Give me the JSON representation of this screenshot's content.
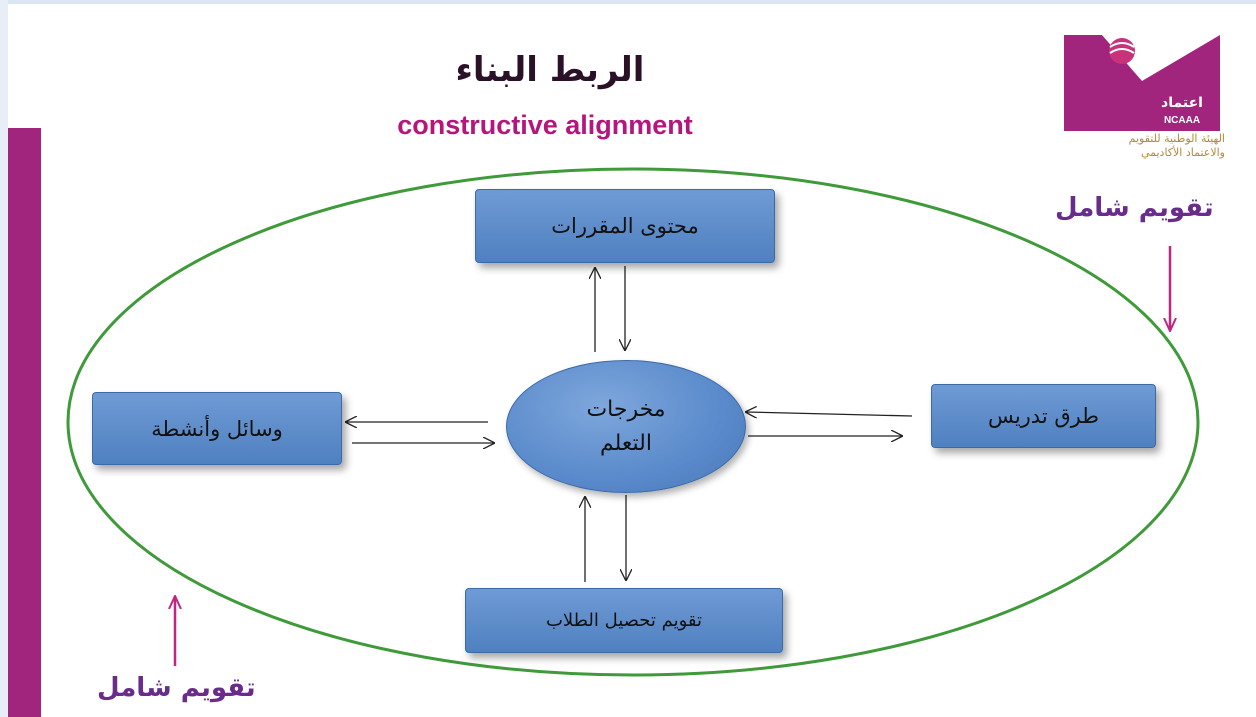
{
  "title_ar": "الربط البناء",
  "title_en": "constructive alignment",
  "logo": {
    "mark_text": "اعتماد",
    "abbrev": "NCAAA",
    "caption_lines": [
      "الهيئة الوطنية للتقويم",
      "والاعتماد الأكاديمي"
    ]
  },
  "nodes": {
    "center_line1": "مخرجات",
    "center_line2": "التعلم",
    "content": "محتوى المقررات",
    "means": "وسائل وأنشطة",
    "teaching": "طرق تدريس",
    "assessment": "تقويم تحصيل الطلاب"
  },
  "holistic_label_right": "تقويم شامل",
  "holistic_label_left": "تقويم شامل",
  "colors": {
    "accent_magenta": "#a2257d",
    "title_en": "#b5157c",
    "ellipse_green": "#3f9a3a",
    "node_blue": "#4f80c0",
    "label_purple": "#6a2c8c"
  }
}
